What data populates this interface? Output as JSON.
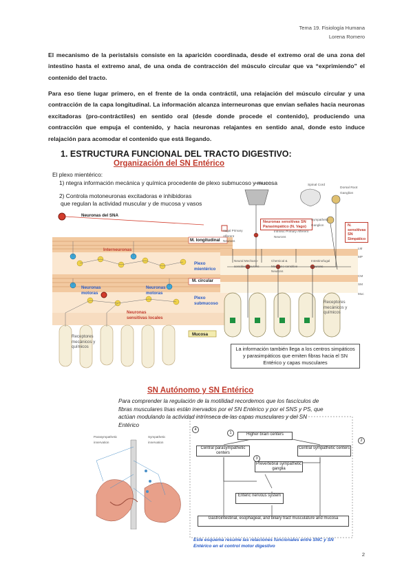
{
  "header": {
    "line1": "Tema 19. Fisiología Humana",
    "line2": "Lorena Romero"
  },
  "paragraphs": {
    "p1": "El mecanismo de la peristalsis consiste en la aparición coordinada, desde el extremo oral de una zona del intestino hasta el extremo anal, de una onda de contracción del músculo circular que va “exprimiendo” el contenido del tracto.",
    "p2": "Para eso tiene lugar primero, en el frente de la onda contráctil, una relajación del músculo circular y una contracción de la capa longitudinal. La información alcanza interneuronas que envían señales hacia neuronas excitadoras (pro-contráctiles) en sentido oral (desde donde procede el contenido), produciendo una contracción que empuja el contenido, y hacia neuronas relajantes en sentido anal, donde esto induce relajación para acomodar el contenido que está llegando."
  },
  "figure1": {
    "title": "1.  ESTRUCTURA FUNCIONAL DEL TRACTO DIGESTIVO:",
    "subtitle": "Organización del SN Entérico",
    "plexo_heading": "El plexo mientérico:",
    "plexo_item1": "1)  ntegra información mecánica y química procedente de plexo submucoso y mucosa",
    "plexo_item2": "2) Controla motoneuronas excitadoras e inhibidoras",
    "plexo_item2b": "que regulan la actividad muscular y de mucosa y vasos",
    "labels": {
      "neuronas_sna": "Neuronas del SNA",
      "interneuronas": "Interneuronas",
      "neuronas_motoras_1": "Neuronas motoras",
      "neuronas_motoras_2": "Neuronas motoras",
      "neuronas_sensitivas": "Neuronas sensitivas locales",
      "receptores_left": "Receptores mecánicos y químicos",
      "m_longitudinal": "M. longitudinal",
      "plexo_mienterico": "Plexo mientérico",
      "m_circular": "M. circular",
      "plexo_submucoso": "Plexo submucoso",
      "mucosa": "Mucosa",
      "receptores_right": "Receptores mecánicos y químicos",
      "box_sna": "Neuronas sensitivas SN Parasimpático (N. Vago)",
      "box_sn_simpatico": "N. sensitivas SN Simpático",
      "brain_stem": "Brain Stem",
      "spinal_cord": "Spinal Cord",
      "dorsal_root": "Dorsal Root Ganglion",
      "vagal": "Vagal Primary Afferent Neurons",
      "intrinsic": "Intrinsic Primary Afferent Neurons",
      "sympathetic": "Sympathetic Ganglion",
      "neural_mech": "Neural Mechano-sensitive Neurons",
      "chemical": "Chemical & Mechano-sensitive Neurons",
      "intestinofugal": "Intestinofugal Neurons",
      "lm": "LM",
      "mp": "MP",
      "cm": "CM",
      "sm": "SM",
      "muc": "Muc"
    },
    "info_box": "La información también  llega a los centros simpáticos y parasimpáticos  que emiten fibras hacia el SN Entérico y capas musculares"
  },
  "figure2": {
    "title": "SN Autónomo y SN Entérico",
    "intro": "Para comprender la regulación de la motilidad recordemos que los fascículos de fibras musculares lisas están inervados por el SN Entérico y por el SNS y PS, que actúan modulando la actividad intrínseca de las capas musculares y del SN Entérico",
    "left_labels": {
      "para": "Parasympathetic innervation",
      "symp": "Sympathetic innervation"
    },
    "boxes": {
      "higher": "Higher brain centers",
      "para_centers": "Central parasympathetic centers",
      "symp_centers": "Central sympathetic centers",
      "prevertebral": "Prevertebral sympathetic ganglia",
      "enteric": "Enteric nervous system",
      "gi": "Gastrointestinal, esophageal, and biliary tract musculature and mucosa"
    },
    "numbers": [
      "1",
      "2",
      "3",
      "4"
    ],
    "caption": "Este esquema resume las relaciones funcionales entre SNC y SN Entérico en el control motor digestivo"
  },
  "page_number": "2",
  "colors": {
    "accent_red": "#c0392b",
    "accent_blue": "#2458c6",
    "muscle_orange": "#e8a05a",
    "gut_yellow": "#f3ecb0"
  }
}
